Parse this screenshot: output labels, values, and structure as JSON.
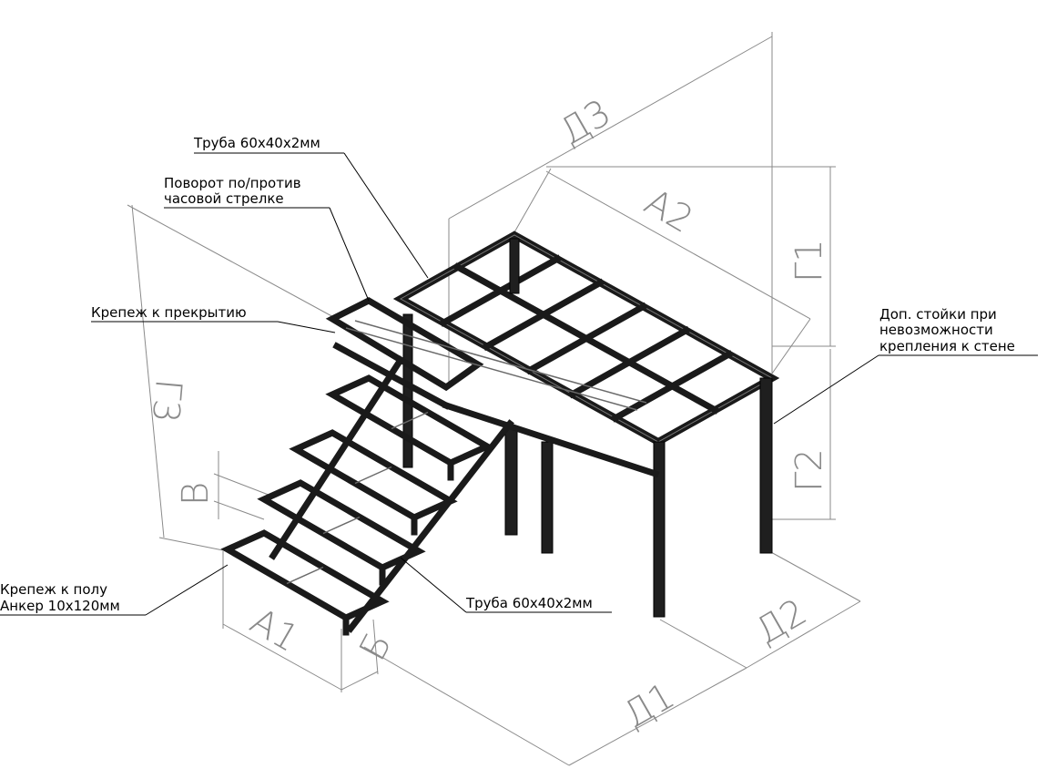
{
  "annotations": {
    "pipe_top": "Труба 60х40х2мм",
    "rotation_line1": "Поворот по/против",
    "rotation_line2": "часовой стрелке",
    "ceiling_fastening": "Крепеж к прекрытию",
    "extra_posts_line1": "Доп. стойки при",
    "extra_posts_line2": "невозможности",
    "extra_posts_line3": "крепления к стене",
    "floor_fastening_line1": "Крепеж к полу",
    "floor_fastening_line2": "Анкер 10х120мм",
    "pipe_bottom": "Труба 60х40х2мм"
  },
  "dimensions": {
    "d3": "Д3",
    "a2": "А2",
    "g1": "Г1",
    "g2": "Г2",
    "g3": "Г3",
    "v": "В",
    "a1": "А1",
    "b": "Б",
    "d1": "Д1",
    "d2": "Д2"
  }
}
